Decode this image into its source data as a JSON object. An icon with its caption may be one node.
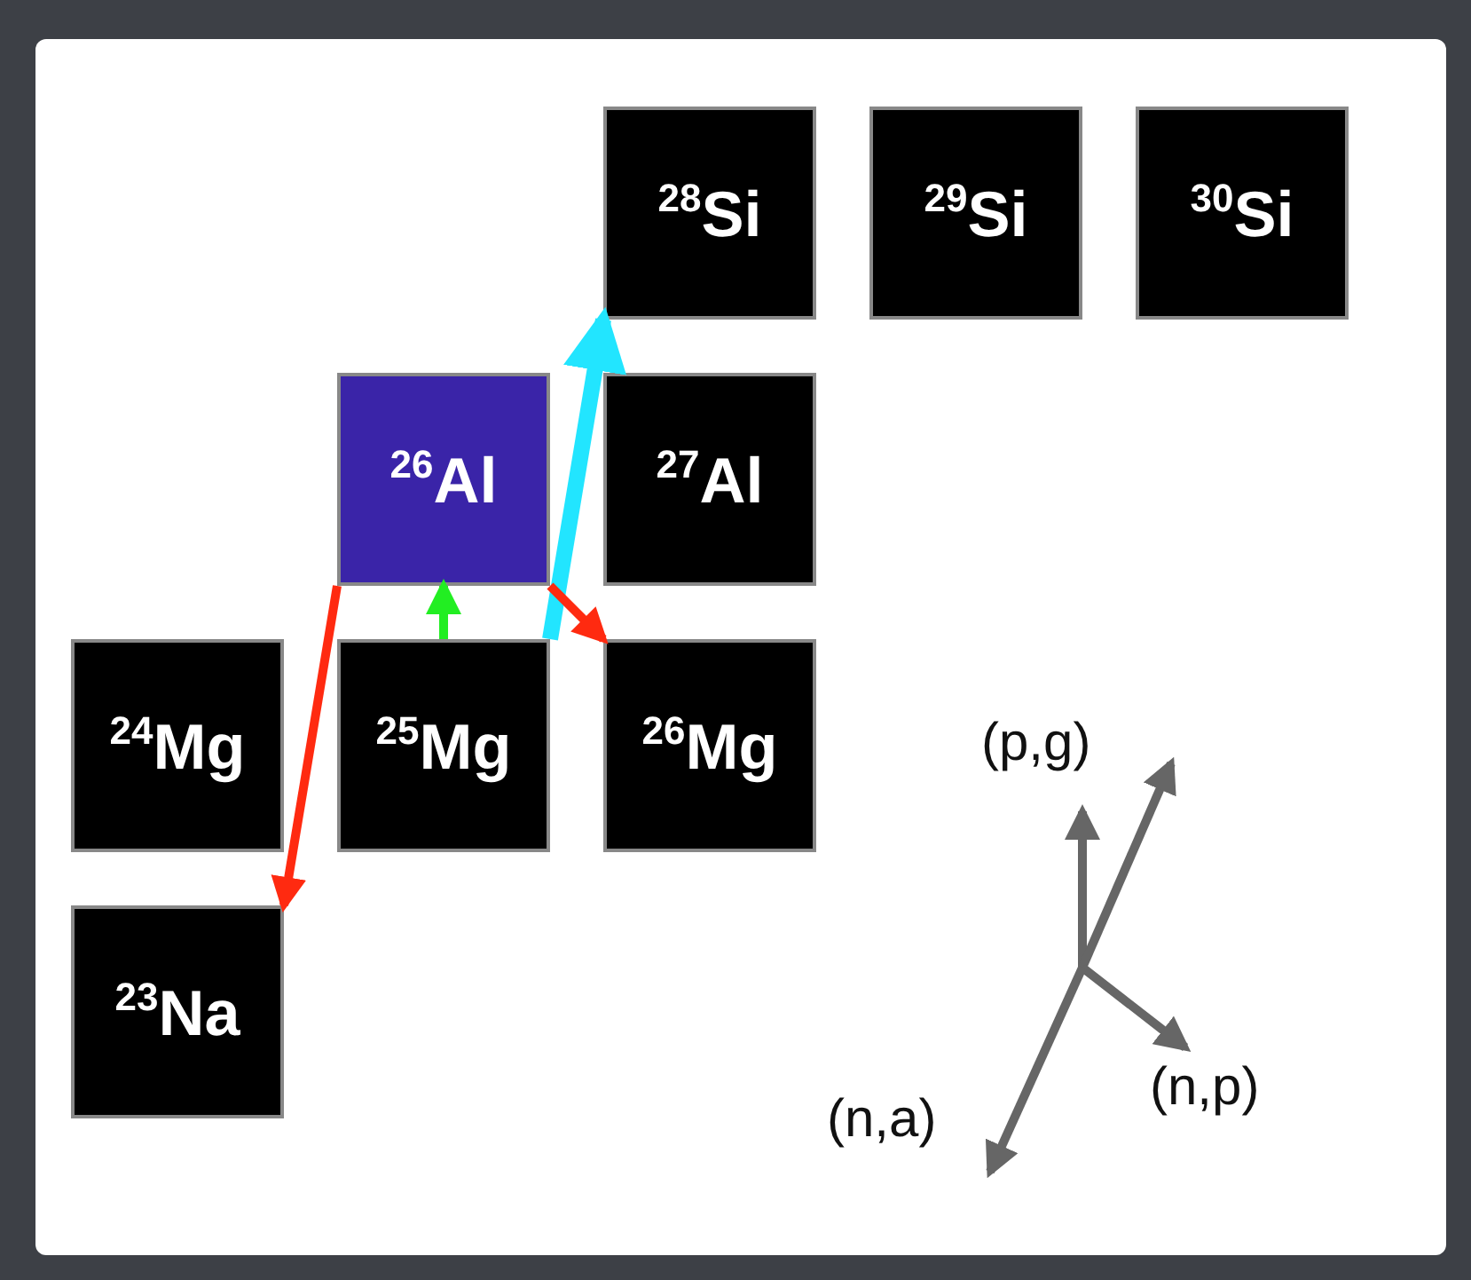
{
  "diagram": {
    "nodes": [
      {
        "text": [
          "$^{28}$Si"
        ]
      },
      {
        "text": [
          "$^{29}$Si"
        ]
      },
      {
        "text": [
          "$^{30}$Si"
        ]
      },
      {
        "text": [
          "$^{26}$Al"
        ]
      },
      {
        "text": [
          "$^{27}$Al"
        ]
      },
      {
        "text": [
          "$^{24}$Mg"
        ]
      },
      {
        "text": [
          "$^{25}$Mg"
        ]
      },
      {
        "text": [
          "$^{26}$Mg"
        ]
      },
      {
        "text": [
          "$^{23}$Na"
        ]
      }
    ],
    "edges": [
      {
        "from": 6,
        "to": 3,
        "arrow": "to",
        "color": "#22ee22"
      },
      {
        "from": 6,
        "to": 0,
        "arrow": "to",
        "style": "thick",
        "color": "#22e5ff"
      },
      {
        "from": 3,
        "to": 8,
        "arrow": "to",
        "color": "#ff2a10"
      },
      {
        "from": 3,
        "to": 7,
        "arrow": "to",
        "color": "#ff2a10"
      }
    ],
    "labels": [
      "(p,g)",
      "(n,p)",
      "(n,a)"
    ]
  }
}
